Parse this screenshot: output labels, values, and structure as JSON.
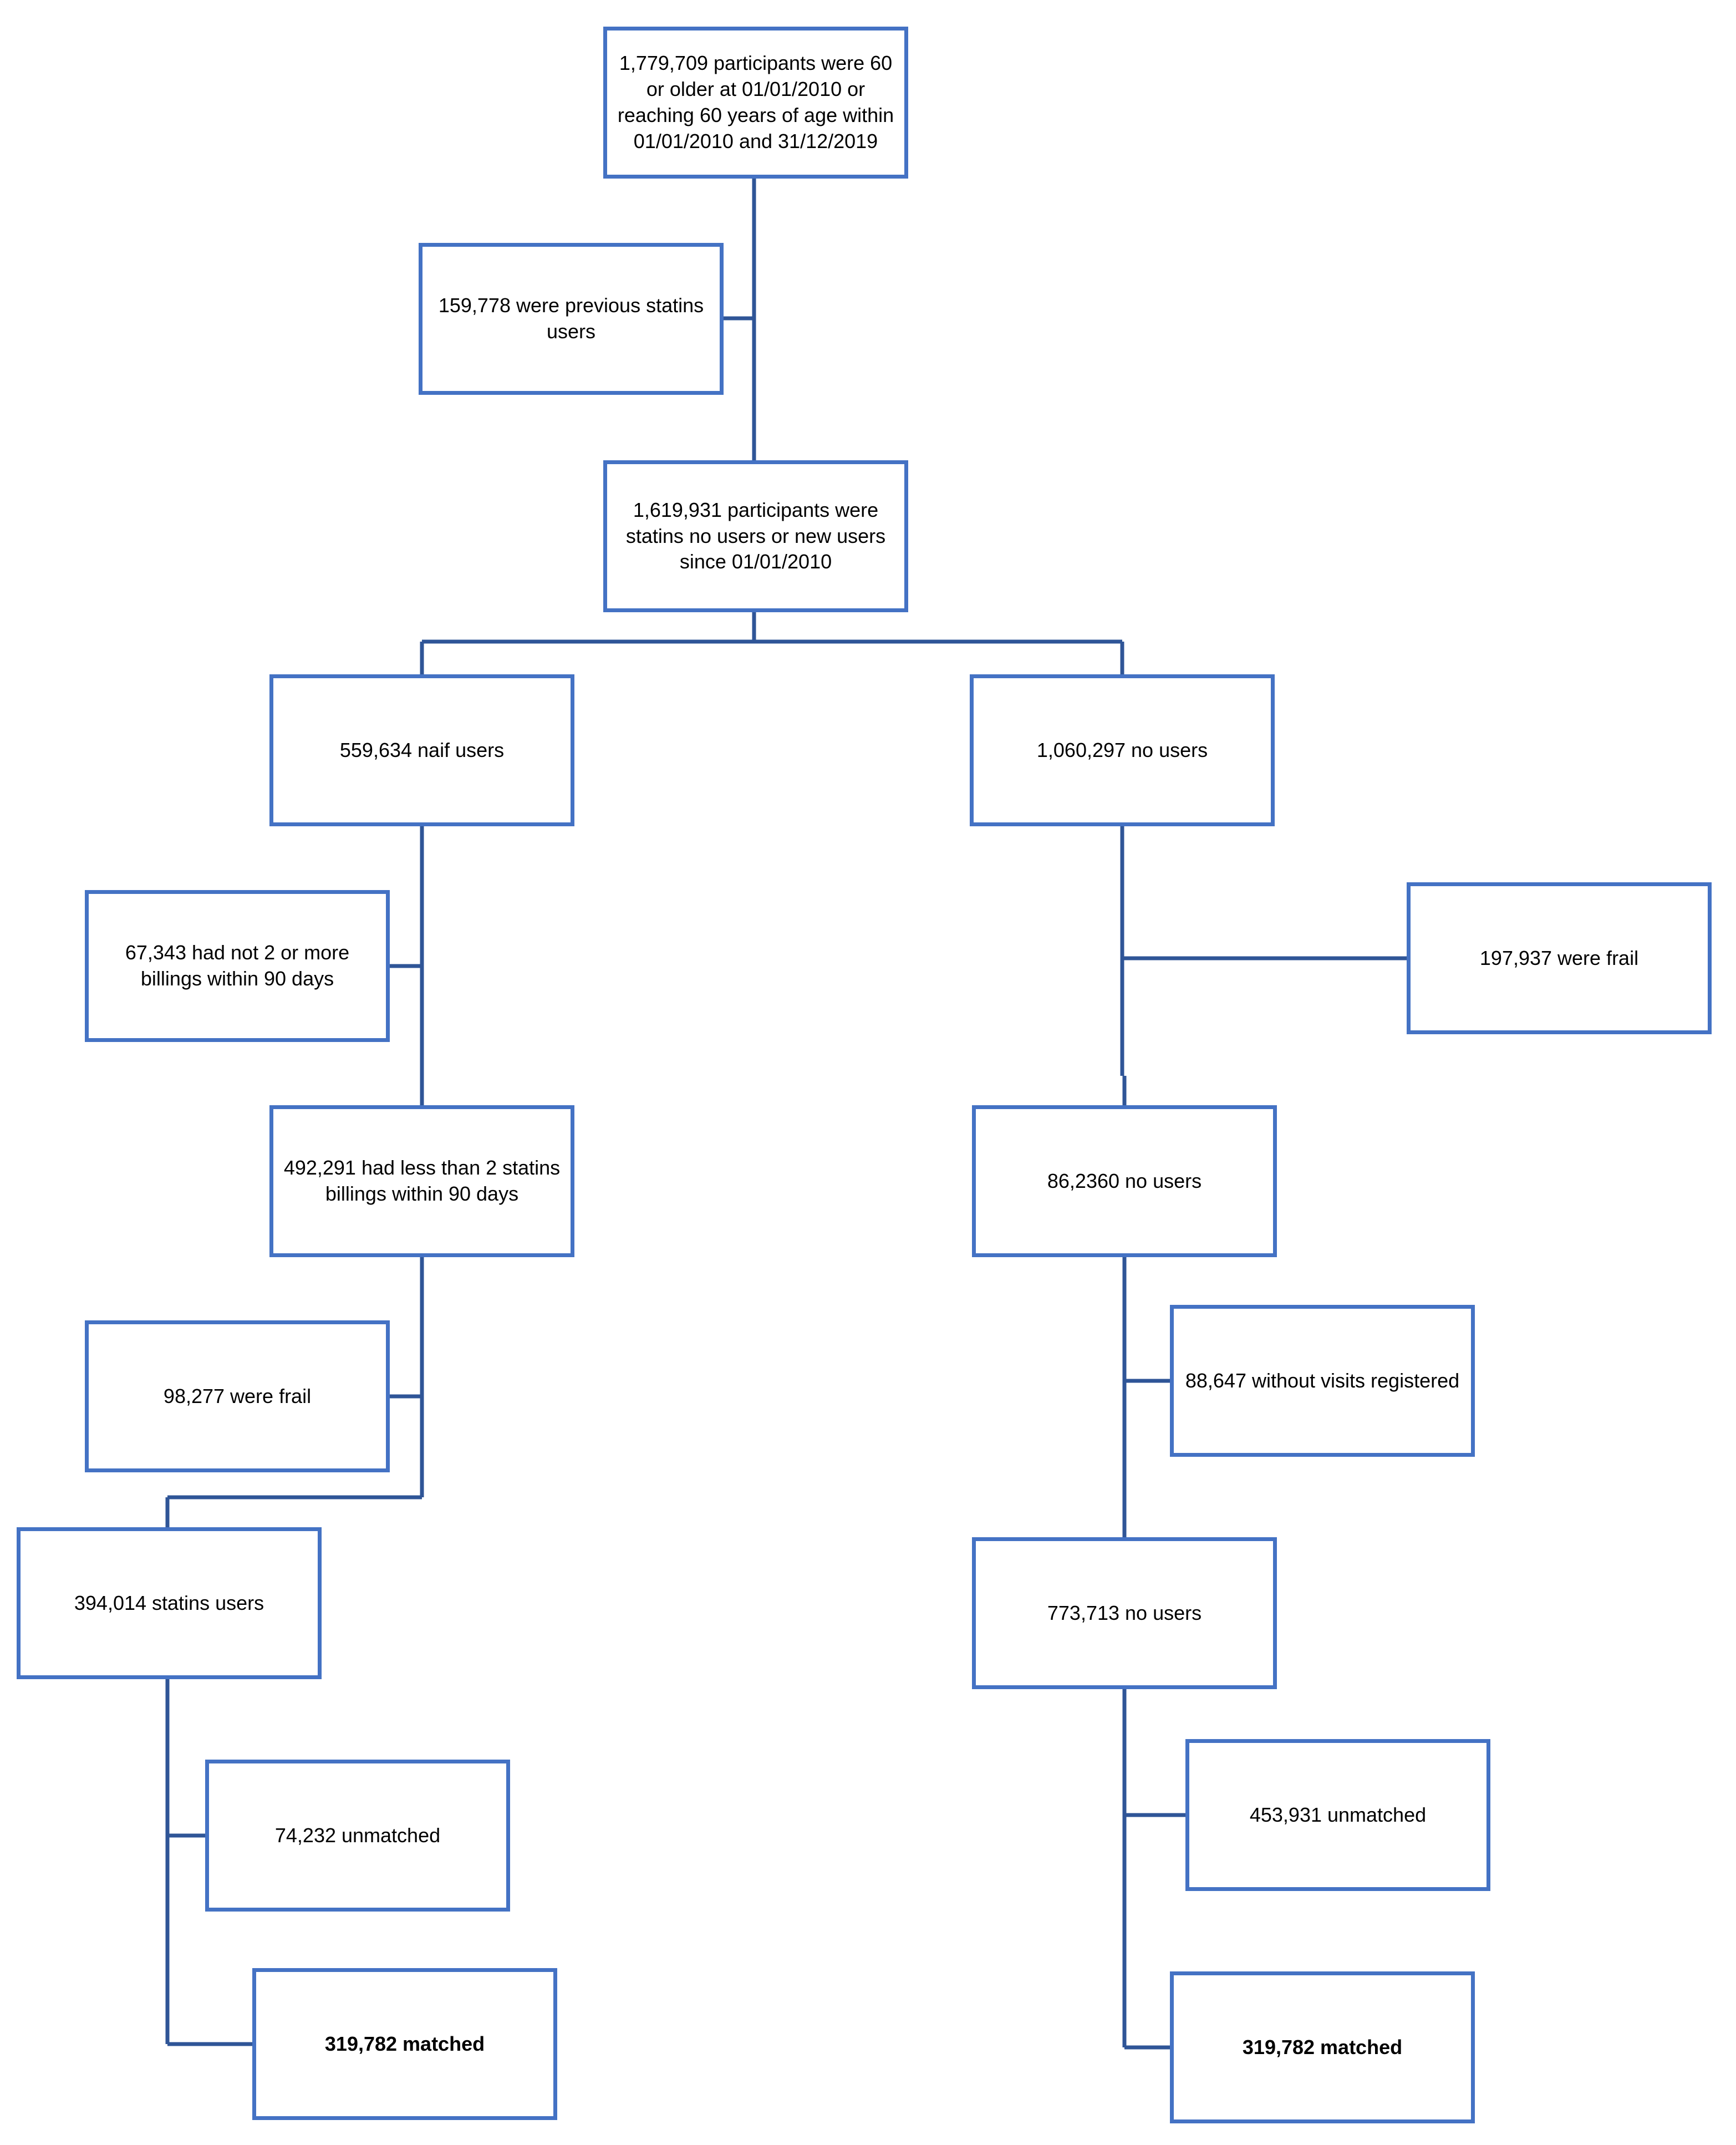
{
  "diagram": {
    "line_color": "#2F5597",
    "box_border_color": "#4472C4",
    "boxes": {
      "b1": "1,779,709 participants were 60\nor older at 01/01/2010 or\nreaching 60 years of age within\n01/01/2010 and 31/12/2019",
      "b2": "159,778 were previous statins\nusers",
      "b3": "1,619,931 participants were\nstatins no users or new users\nsince 01/01/2010",
      "b4": "559,634 naif users",
      "b5": "1,060,297 no users",
      "b6": "67,343 had not 2 or more\nbillings within 90 days",
      "b7": "197,937 were frail",
      "b8": "492,291 had less than 2 statins\nbillings within 90 days",
      "b9": "86,2360 no users",
      "b10": "98,277 were frail",
      "b11": "88,647 without visits registered",
      "b12": "394,014  statins users",
      "b13": "773,713 no users",
      "b14": "74,232 unmatched",
      "b15": "453,931 unmatched",
      "b16": "319,782 matched",
      "b17": "319,782 matched"
    }
  }
}
